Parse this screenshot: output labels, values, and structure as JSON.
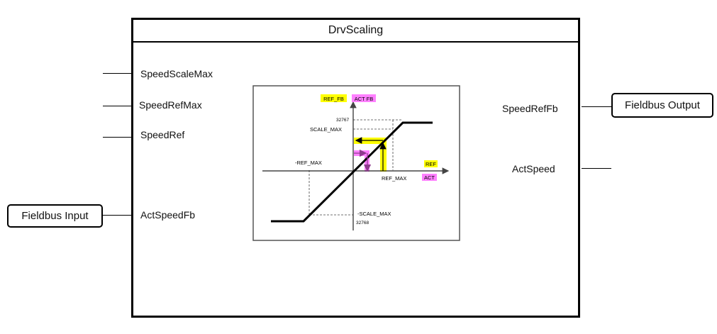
{
  "block": {
    "title": "DrvScaling",
    "inputs": [
      "SpeedScaleMax",
      "SpeedRefMax",
      "SpeedRef",
      "ActSpeedFb"
    ],
    "outputs": [
      "SpeedRefFb",
      "ActSpeed"
    ]
  },
  "external": {
    "fieldbus_input": "Fieldbus Input",
    "fieldbus_output": "Fieldbus Output"
  },
  "graph": {
    "tag_ref_fb": "REF_FB",
    "tag_act_fb": "ACT FB",
    "tag_ref": "REF",
    "tag_act": "ACT",
    "max_value": "32767",
    "min_value": "32768",
    "scale_max": "SCALE_MAX",
    "neg_scale_max": "-SCALE_MAX",
    "ref_max": "REF_MAX",
    "neg_ref_max": "-REF_MAX",
    "colors": {
      "yellow": "#ffff00",
      "magenta": "#ff80ff",
      "arrow_purple": "#8e3a8e",
      "frame": "#555555"
    }
  }
}
